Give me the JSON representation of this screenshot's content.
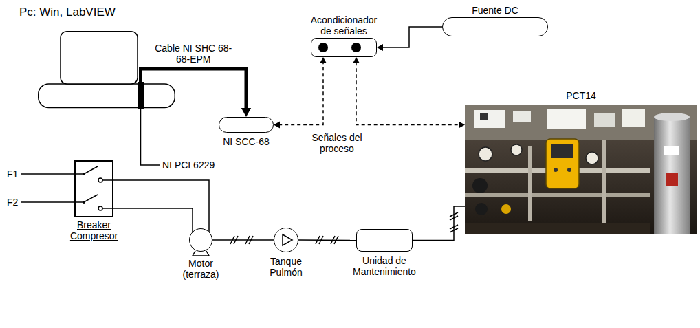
{
  "diagram": {
    "nodes": [
      {
        "text": [
          "Pc: Win, LabVIEW"
        ]
      },
      {
        "text": [
          "Acondicionador de señales"
        ]
      },
      {
        "text": [
          "Fuente DC"
        ]
      },
      {
        "text": [
          "NI SCC-68"
        ]
      },
      {
        "text": [
          "PCT14"
        ]
      },
      {
        "text": [
          "Breaker Compresor"
        ]
      },
      {
        "text": [
          "Motor (terraza)"
        ]
      },
      {
        "text": [
          "Tanque Pulmón"
        ]
      },
      {
        "text": [
          "Unidad de Mantenimiento"
        ]
      }
    ],
    "edges": [
      {
        "from": 0,
        "to": 3,
        "arrow": "to",
        "label": "Cable NI SHC 68-68-EPM"
      },
      {
        "from": 2,
        "to": 1,
        "arrow": "to"
      },
      {
        "from": 3,
        "to": 1,
        "arrow": "both"
      },
      {
        "from": 1,
        "to": 4,
        "arrow": "both"
      },
      {
        "from": 5,
        "to": 6,
        "arrow": "none"
      },
      {
        "from": 5,
        "to": 6,
        "arrow": "none"
      },
      {
        "from": 6,
        "to": 7,
        "arrow": "none"
      },
      {
        "from": 7,
        "to": 8,
        "arrow": "none"
      },
      {
        "from": 8,
        "to": 4,
        "arrow": "none"
      }
    ],
    "labels": [
      "Señales del proceso",
      "NI PCI 6229",
      "F1",
      "F2"
    ]
  }
}
